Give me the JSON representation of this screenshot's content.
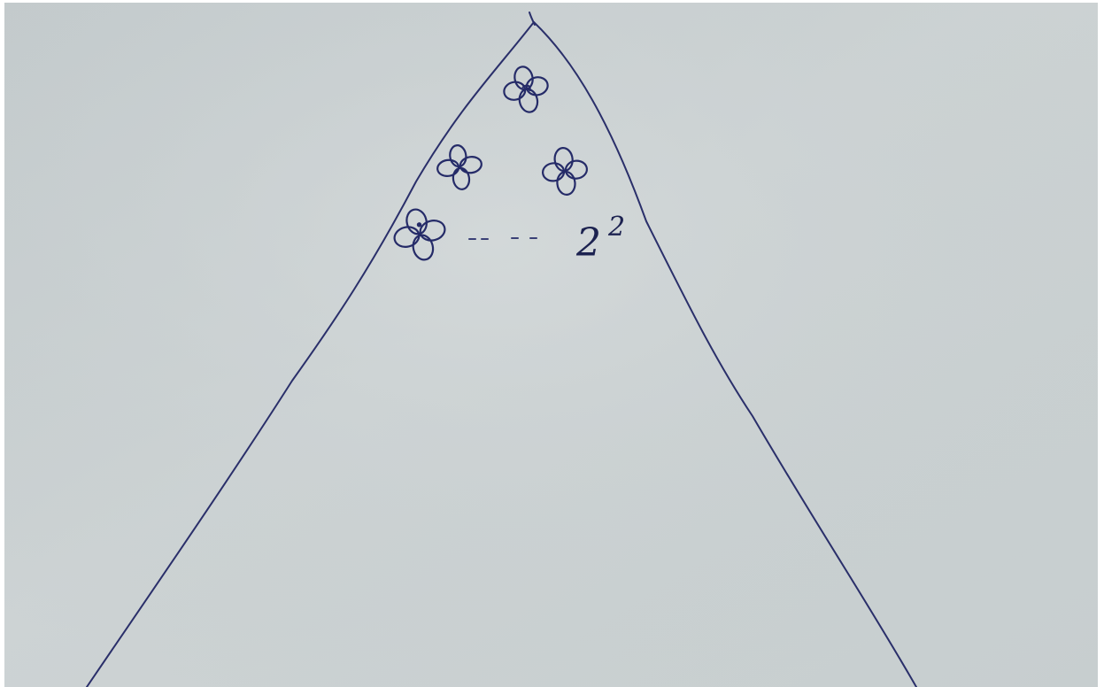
{
  "paper_color": "#c9d0d1",
  "ink_color": "#1f2560",
  "diagram": {
    "shape": "triangle",
    "base_label": "2",
    "exponent_label": "2",
    "continuation_mark": "dashes",
    "flowers": [
      {
        "row": 1,
        "position": "top-center",
        "icon": "four-petal-flower-icon"
      },
      {
        "row": 2,
        "position": "left",
        "icon": "four-petal-flower-icon"
      },
      {
        "row": 2,
        "position": "right",
        "icon": "four-petal-flower-icon"
      },
      {
        "row": 3,
        "position": "left",
        "icon": "four-petal-flower-icon"
      }
    ]
  }
}
